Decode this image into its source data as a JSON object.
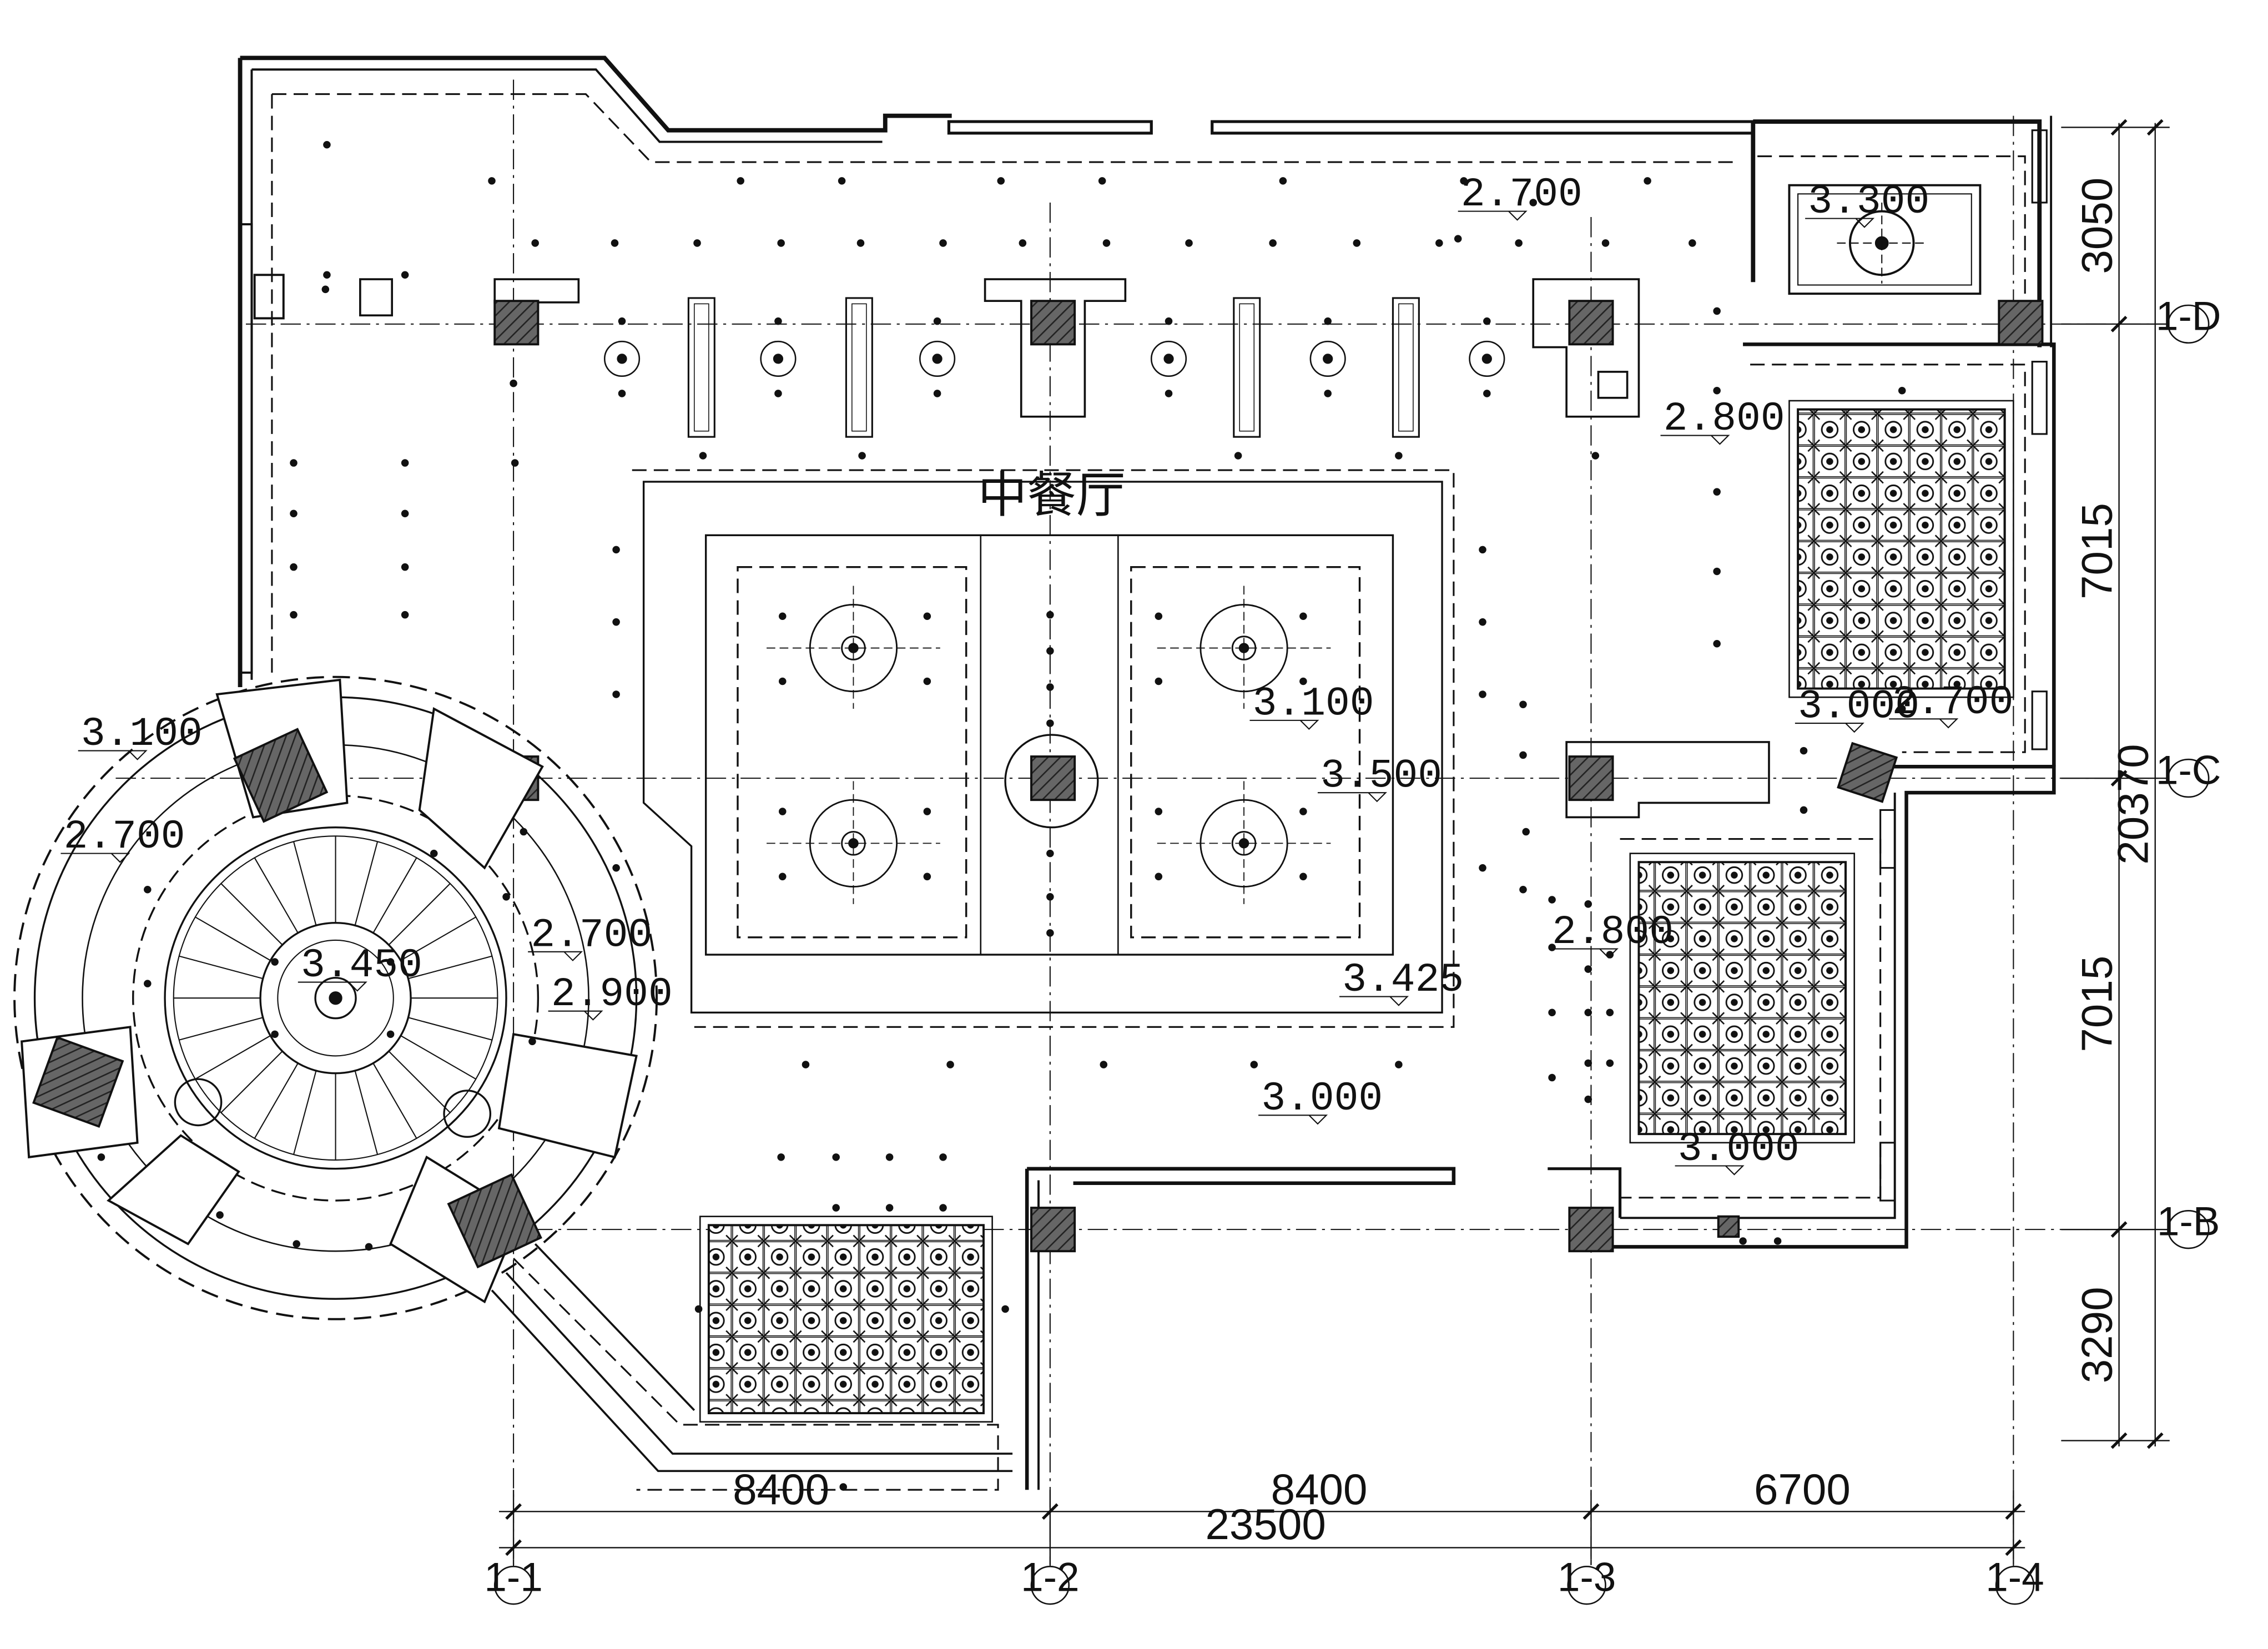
{
  "room_name": "中餐厅",
  "axes": {
    "vertical": [
      "1-1",
      "1-2",
      "1-3",
      "1-4"
    ],
    "horizontal": [
      "1-D",
      "1-C",
      "1-B"
    ]
  },
  "dimensions": {
    "bottom": [
      "8400",
      "8400",
      "6700"
    ],
    "bottom_total": "23500",
    "right": [
      "3050",
      "7015",
      "7015",
      "3290"
    ],
    "right_total": "20370"
  },
  "elevations": {
    "top_corridor": "2.700",
    "top_right_room": "3.300",
    "right_upper_room": "2.800",
    "right_upper_room_low": "2.700",
    "right_upper_room_bottom": "3.000",
    "main_center": "3.500",
    "main_inner": "3.100",
    "main_border": "3.425",
    "main_lower": "3.000",
    "right_lower_room": "2.800",
    "right_lower_room_bottom": "3.000",
    "rotunda_outer": "3.100",
    "rotunda_ring": "2.700",
    "rotunda_inner_a": "2.700",
    "rotunda_inner_b": "2.900",
    "rotunda_center": "3.450"
  },
  "colors": {
    "line": "#111111",
    "fill_column": "#555555",
    "background": "#ffffff"
  }
}
